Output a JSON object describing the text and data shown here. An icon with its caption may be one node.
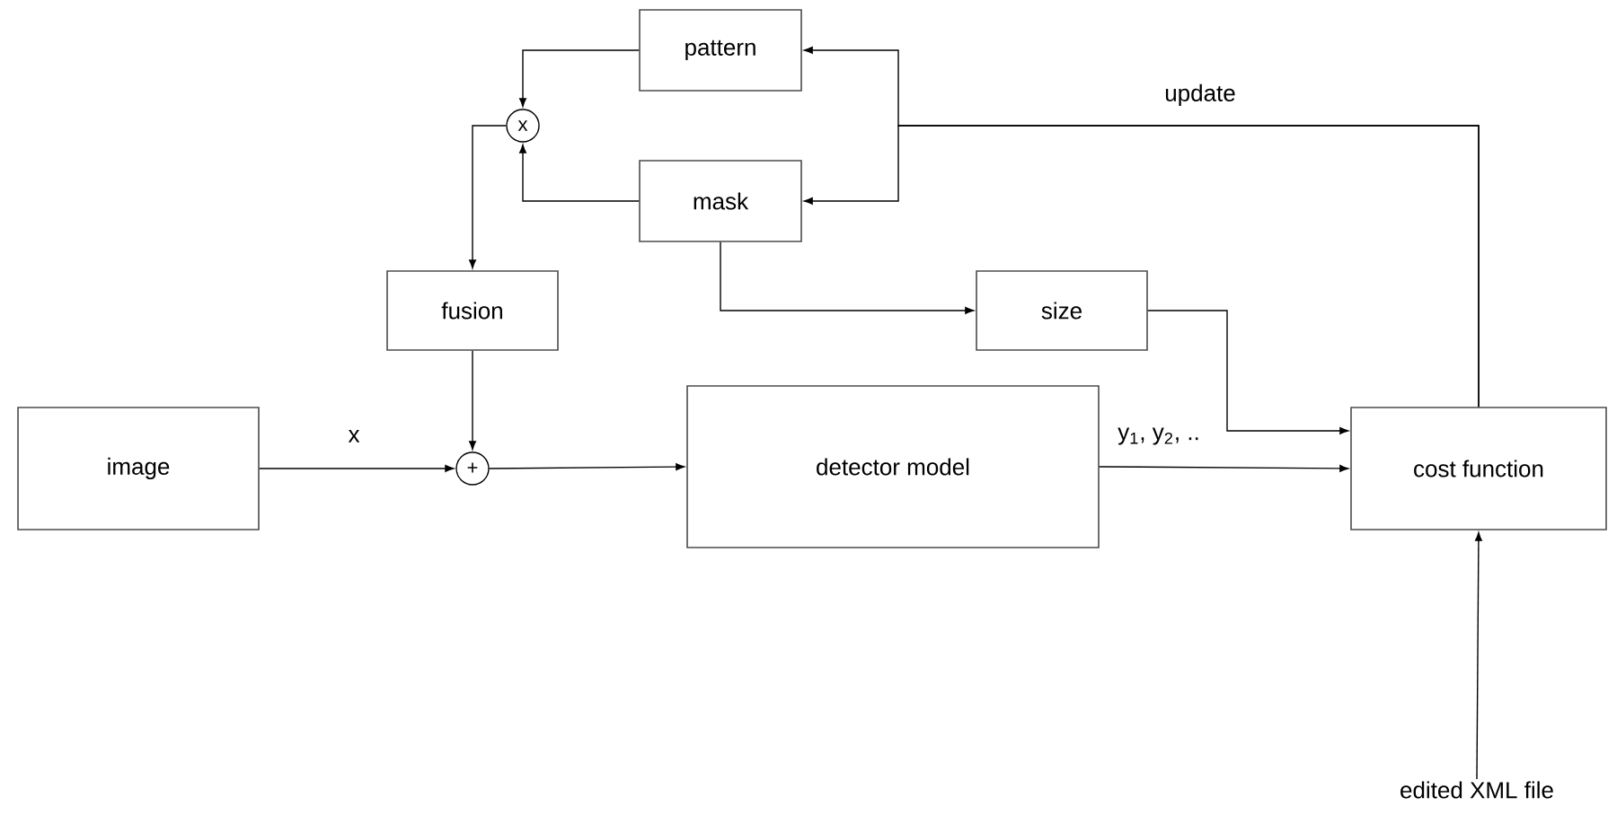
{
  "diagram": {
    "nodes": [
      {
        "text": [
          "pattern"
        ]
      },
      {
        "text": [
          "mask"
        ]
      },
      {
        "text": [
          "x"
        ]
      },
      {
        "text": [
          "fusion"
        ]
      },
      {
        "text": [
          "image"
        ]
      },
      {
        "text": [
          "+"
        ]
      },
      {
        "text": [
          "detector model"
        ]
      },
      {
        "text": [
          "size"
        ]
      },
      {
        "text": [
          "cost function"
        ]
      },
      {
        "text": [
          "edited XML file"
        ]
      }
    ],
    "edges": [
      {
        "from": 0,
        "to": 2,
        "arrow": "to"
      },
      {
        "from": 1,
        "to": 2,
        "arrow": "to"
      },
      {
        "from": 2,
        "to": 3,
        "arrow": "to"
      },
      {
        "from": 3,
        "to": 5,
        "arrow": "to"
      },
      {
        "from": 4,
        "to": 5,
        "arrow": "to",
        "label": "x"
      },
      {
        "from": 5,
        "to": 6,
        "arrow": "to"
      },
      {
        "from": 1,
        "to": 7,
        "arrow": "to"
      },
      {
        "from": 7,
        "to": 8,
        "arrow": "to"
      },
      {
        "from": 6,
        "to": 8,
        "arrow": "to",
        "label": "y$_{1}$, y$_{2}$, .."
      },
      {
        "from": 8,
        "to": 0,
        "arrow": "to",
        "label": "update"
      },
      {
        "from": 8,
        "to": 1,
        "arrow": "to"
      },
      {
        "from": 9,
        "to": 8,
        "arrow": "to"
      }
    ]
  }
}
